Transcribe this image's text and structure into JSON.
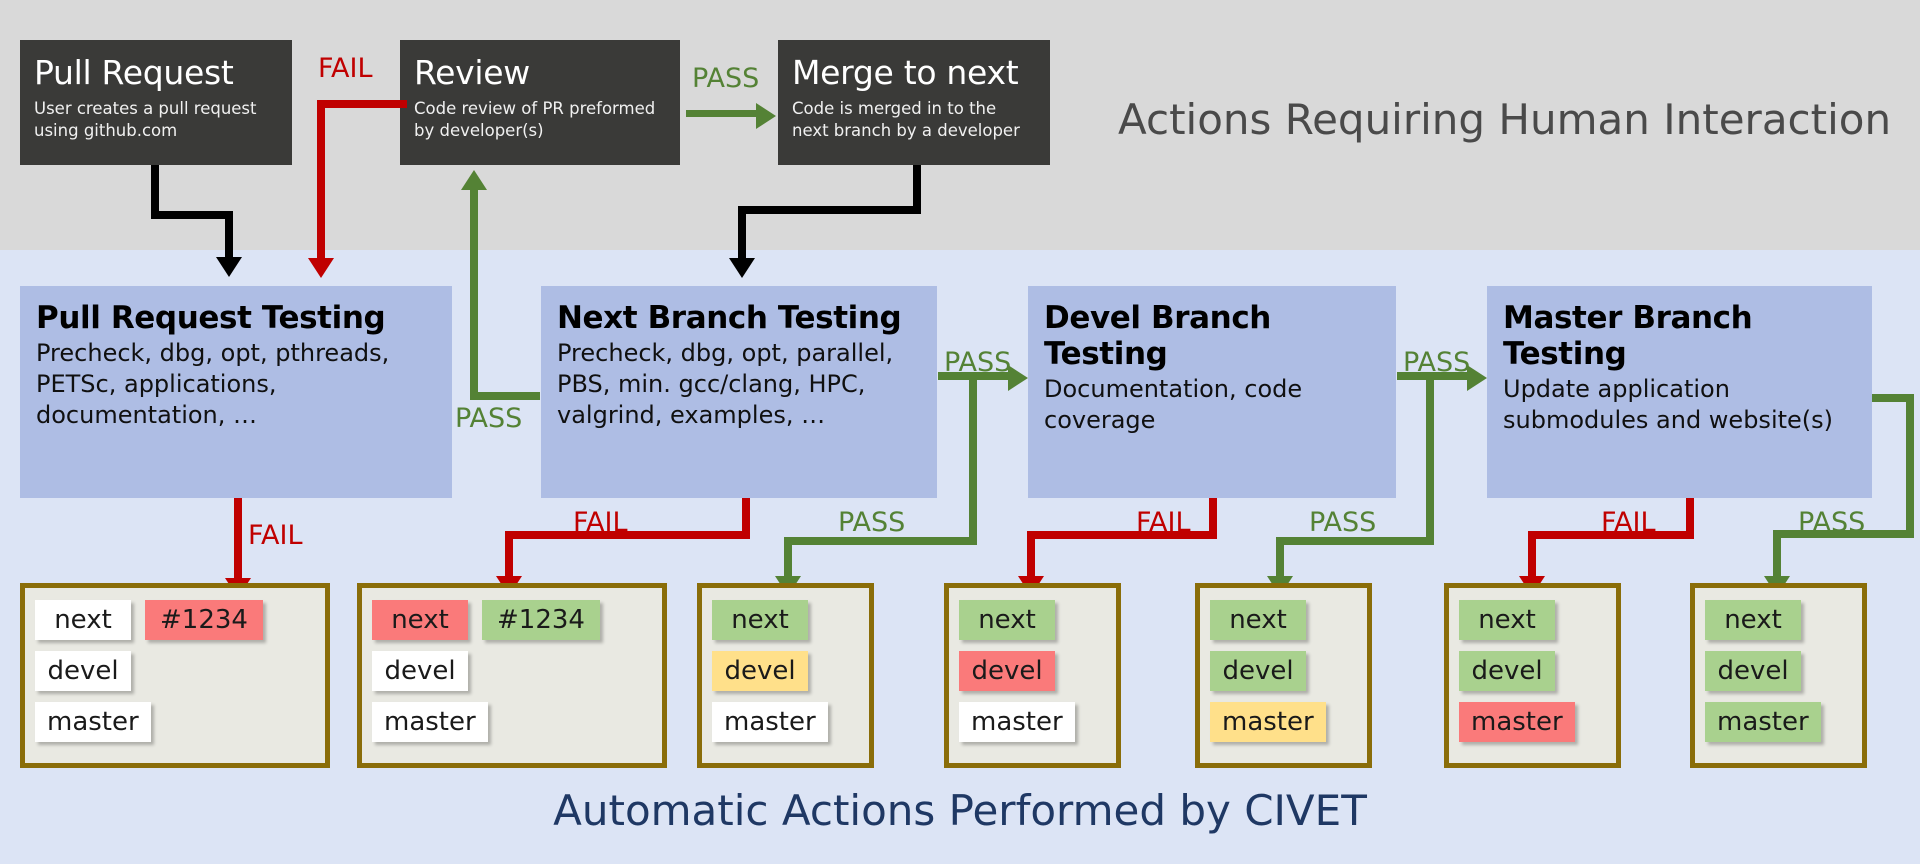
{
  "bands": {
    "human_title": "Actions Requiring Human Interaction",
    "auto_title": "Automatic Actions Performed by CIVET"
  },
  "colors": {
    "band_human_bg": "#d9d9d9",
    "band_auto_bg": "#dce4f5",
    "dark_box": "#3a3a38",
    "blue_box": "#aebde4",
    "card_bg": "#e9e9e2",
    "card_border": "#8a6d09",
    "pass": "#548235",
    "fail": "#c00000",
    "chip_green": "#a9d18e",
    "chip_red": "#fa7a7a",
    "chip_yellow": "#ffe08a",
    "chip_white": "#ffffff",
    "auto_title_color": "#1f3864"
  },
  "human_steps": [
    {
      "id": "pull-request",
      "title": "Pull Request",
      "subtitle": "User creates a pull request using github.com"
    },
    {
      "id": "review",
      "title": "Review",
      "subtitle": "Code review of PR preformed by developer(s)"
    },
    {
      "id": "merge-to-next",
      "title": "Merge to next",
      "subtitle": "Code is merged in to the next branch by a developer"
    }
  ],
  "auto_steps": [
    {
      "id": "pull-request-testing",
      "title": "Pull Request Testing",
      "subtitle": "Precheck, dbg, opt, pthreads, PETSc, applications, documentation, …"
    },
    {
      "id": "next-branch-testing",
      "title": "Next Branch Testing",
      "subtitle": "Precheck, dbg, opt, parallel, PBS, min. gcc/clang, HPC, valgrind, examples, …"
    },
    {
      "id": "devel-branch-testing",
      "title": "Devel Branch Testing",
      "subtitle": "Documentation, code coverage"
    },
    {
      "id": "master-branch-testing",
      "title": "Master Branch Testing",
      "subtitle": "Update application submodules and website(s)"
    }
  ],
  "edge_labels": {
    "pass": "PASS",
    "fail": "FAIL"
  },
  "branch_names": {
    "next": "next",
    "devel": "devel",
    "master": "master"
  },
  "pr_number": "#1234",
  "status_cards": [
    {
      "id": "card-1",
      "rows": [
        {
          "branch": "next",
          "branch_state": "white",
          "pr": "#1234",
          "pr_state": "red"
        },
        {
          "branch": "devel",
          "branch_state": "white",
          "pr": "",
          "pr_state": "none"
        },
        {
          "branch": "master",
          "branch_state": "white",
          "pr": "",
          "pr_state": "none"
        }
      ]
    },
    {
      "id": "card-2",
      "rows": [
        {
          "branch": "next",
          "branch_state": "red",
          "pr": "#1234",
          "pr_state": "green"
        },
        {
          "branch": "devel",
          "branch_state": "white",
          "pr": "",
          "pr_state": "none"
        },
        {
          "branch": "master",
          "branch_state": "white",
          "pr": "",
          "pr_state": "none"
        }
      ]
    },
    {
      "id": "card-3",
      "rows": [
        {
          "branch": "next",
          "branch_state": "green",
          "pr": "",
          "pr_state": "none"
        },
        {
          "branch": "devel",
          "branch_state": "yellow",
          "pr": "",
          "pr_state": "none"
        },
        {
          "branch": "master",
          "branch_state": "white",
          "pr": "",
          "pr_state": "none"
        }
      ]
    },
    {
      "id": "card-4",
      "rows": [
        {
          "branch": "next",
          "branch_state": "green",
          "pr": "",
          "pr_state": "none"
        },
        {
          "branch": "devel",
          "branch_state": "red",
          "pr": "",
          "pr_state": "none"
        },
        {
          "branch": "master",
          "branch_state": "white",
          "pr": "",
          "pr_state": "none"
        }
      ]
    },
    {
      "id": "card-5",
      "rows": [
        {
          "branch": "next",
          "branch_state": "green",
          "pr": "",
          "pr_state": "none"
        },
        {
          "branch": "devel",
          "branch_state": "green",
          "pr": "",
          "pr_state": "none"
        },
        {
          "branch": "master",
          "branch_state": "yellow",
          "pr": "",
          "pr_state": "none"
        }
      ]
    },
    {
      "id": "card-6",
      "rows": [
        {
          "branch": "next",
          "branch_state": "green",
          "pr": "",
          "pr_state": "none"
        },
        {
          "branch": "devel",
          "branch_state": "green",
          "pr": "",
          "pr_state": "none"
        },
        {
          "branch": "master",
          "branch_state": "red",
          "pr": "",
          "pr_state": "none"
        }
      ]
    },
    {
      "id": "card-7",
      "rows": [
        {
          "branch": "next",
          "branch_state": "green",
          "pr": "",
          "pr_state": "none"
        },
        {
          "branch": "devel",
          "branch_state": "green",
          "pr": "",
          "pr_state": "none"
        },
        {
          "branch": "master",
          "branch_state": "green",
          "pr": "",
          "pr_state": "none"
        }
      ]
    }
  ]
}
